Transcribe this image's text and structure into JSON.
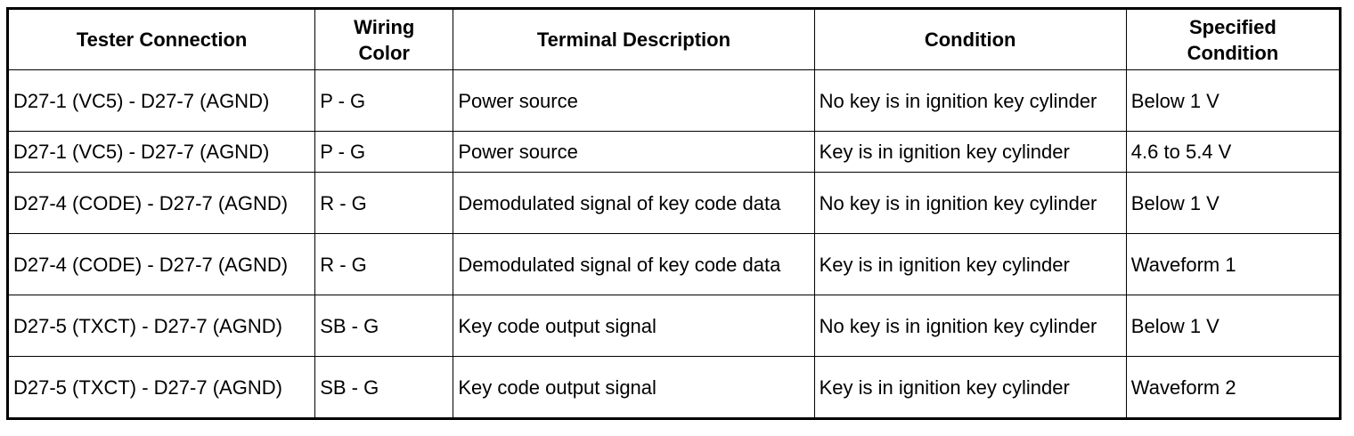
{
  "table": {
    "headers": [
      {
        "lines": [
          "Tester Connection"
        ]
      },
      {
        "lines": [
          "Wiring",
          "Color"
        ]
      },
      {
        "lines": [
          "Terminal Description"
        ]
      },
      {
        "lines": [
          "Condition"
        ]
      },
      {
        "lines": [
          "Specified",
          "Condition"
        ]
      }
    ],
    "rows": [
      {
        "tester_connection": "D27-1 (VC5) - D27-7 (AGND)",
        "wiring_color": "P - G",
        "terminal_description": "Power source",
        "condition": "No key is in ignition key cylinder",
        "specified_condition": "Below 1 V"
      },
      {
        "tester_connection": "D27-1 (VC5) - D27-7 (AGND)",
        "wiring_color": "P - G",
        "terminal_description": "Power source",
        "condition": "Key is in ignition key cylinder",
        "specified_condition": "4.6 to 5.4 V"
      },
      {
        "tester_connection": "D27-4 (CODE) - D27-7 (AGND)",
        "wiring_color": "R - G",
        "terminal_description": "Demodulated signal of key code data",
        "condition": "No key is in ignition key cylinder",
        "specified_condition": "Below 1 V"
      },
      {
        "tester_connection": "D27-4 (CODE) - D27-7 (AGND)",
        "wiring_color": "R - G",
        "terminal_description": "Demodulated signal of key code data",
        "condition": "Key is in ignition key cylinder",
        "specified_condition": "Waveform 1"
      },
      {
        "tester_connection": "D27-5 (TXCT) - D27-7 (AGND)",
        "wiring_color": "SB - G",
        "terminal_description": "Key code output signal",
        "condition": "No key is in ignition key cylinder",
        "specified_condition": "Below 1 V"
      },
      {
        "tester_connection": "D27-5 (TXCT) - D27-7 (AGND)",
        "wiring_color": "SB - G",
        "terminal_description": "Key code output signal",
        "condition": "Key is in ignition key cylinder",
        "specified_condition": "Waveform 2"
      }
    ]
  }
}
